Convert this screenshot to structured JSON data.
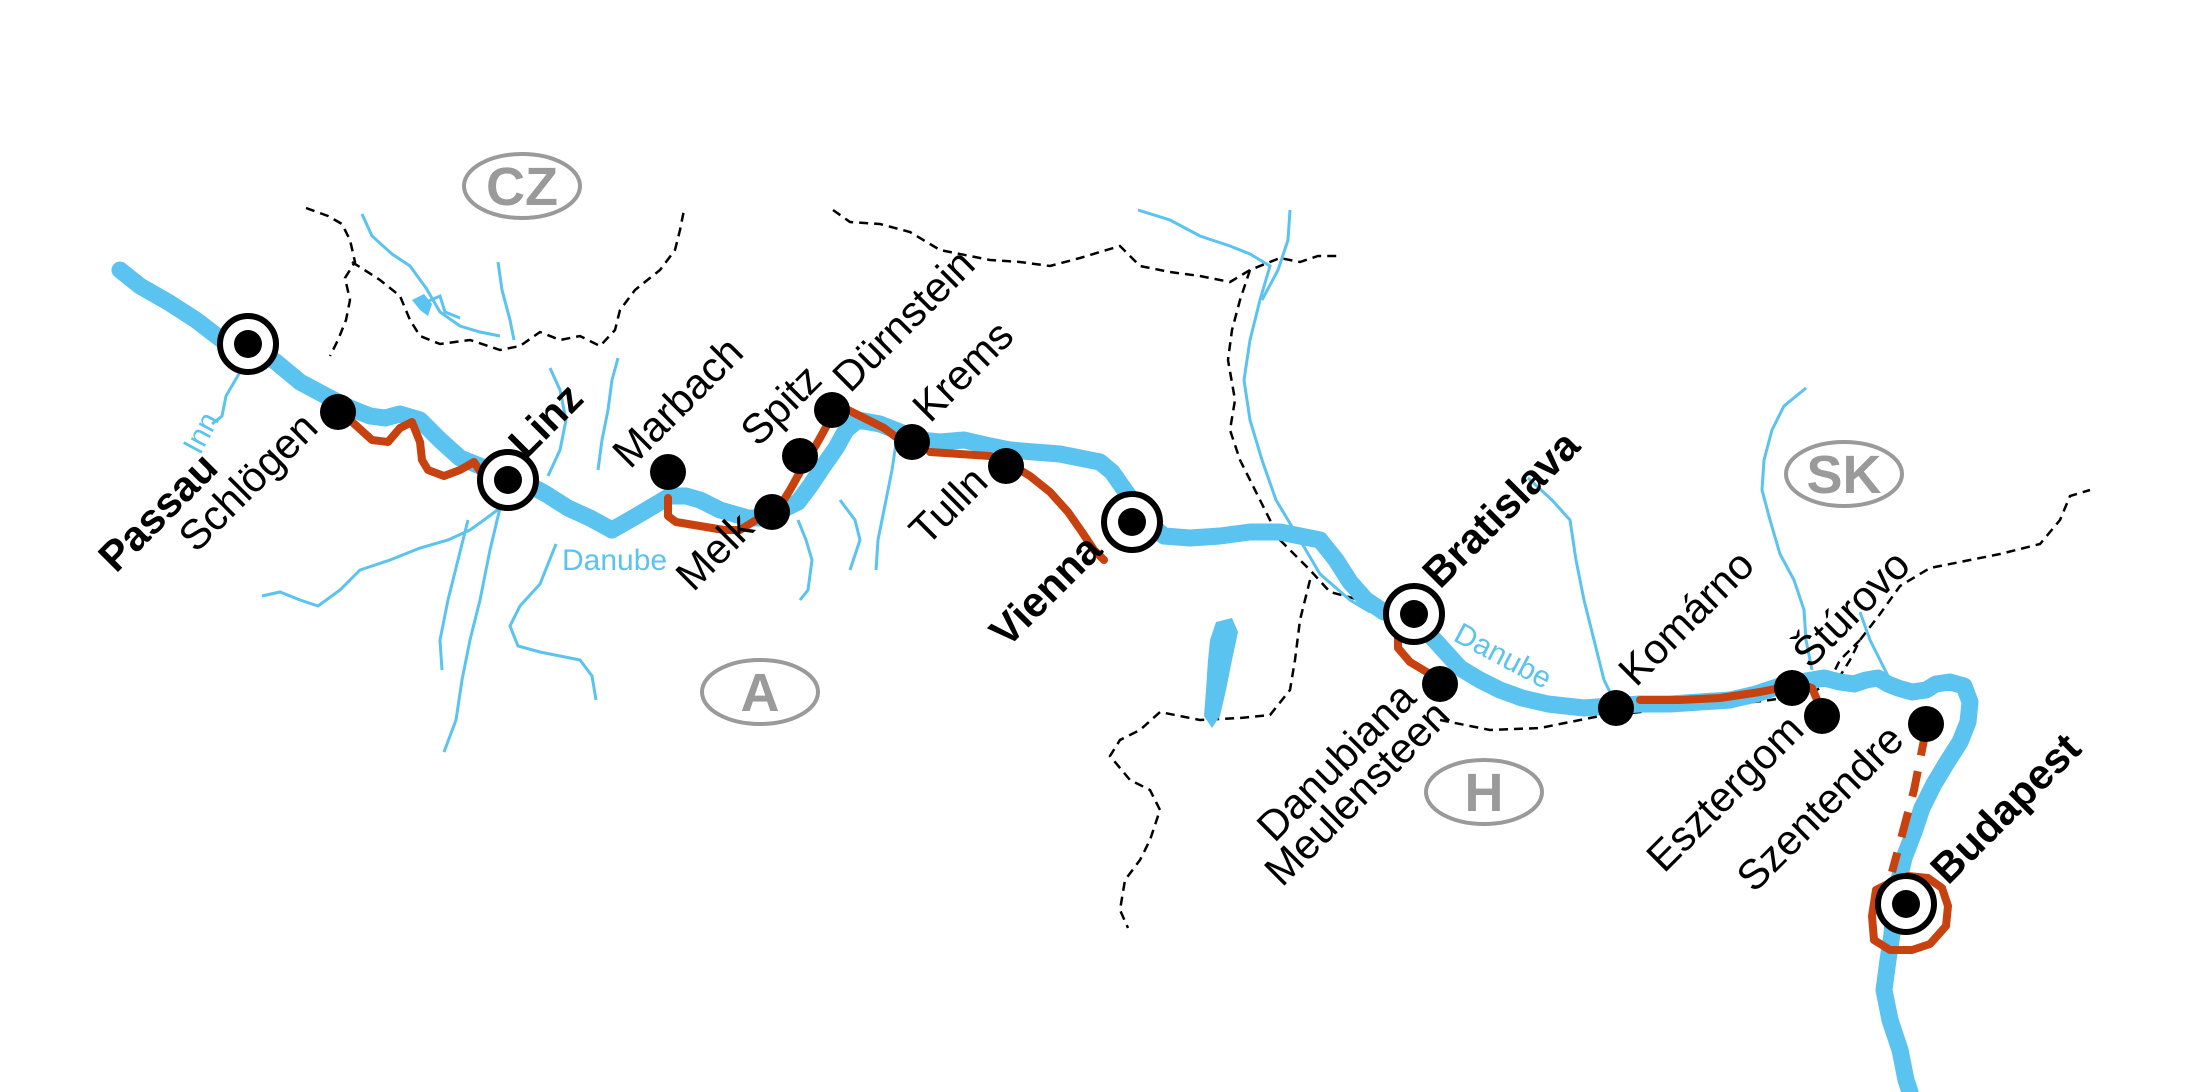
{
  "colors": {
    "river": "#5bc3ef",
    "route": "#c8420f",
    "border": "#000000",
    "city": "#000000",
    "country_code": "#9a9a9a"
  },
  "countries": [
    {
      "id": "cz",
      "code": "CZ"
    },
    {
      "id": "a",
      "code": "A"
    },
    {
      "id": "sk",
      "code": "SK"
    },
    {
      "id": "h",
      "code": "H"
    }
  ],
  "rivers": {
    "danube_1": "Danube",
    "danube_2": "Danube",
    "inn": "Inn"
  },
  "capitals": {
    "passau": "Passau",
    "linz": "Linz",
    "vienna": "Vienna",
    "bratislava": "Bratislava",
    "budapest": "Budapest"
  },
  "stops": {
    "schlogen": "Schlögen",
    "marbach": "Marbach",
    "melk": "Melk",
    "spitz": "Spitz",
    "durnstein": "Dürnstein",
    "krems": "Krems",
    "tulln": "Tulln",
    "danubiana_1": "Danubiana",
    "danubiana_2": "Meulensteen",
    "komarno": "Komárno",
    "sturovo": "Štúrovo",
    "esztergom": "Esztergom",
    "szentendre": "Szentendre"
  }
}
